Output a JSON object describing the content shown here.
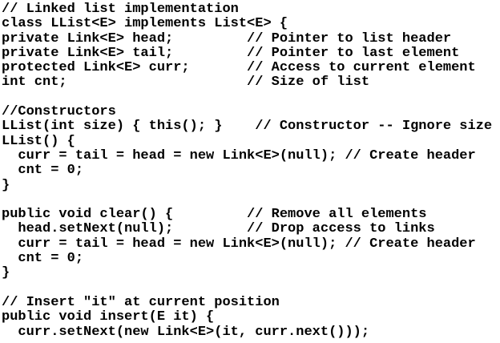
{
  "page": {
    "background": "#ffffff",
    "text_color": "#000000",
    "content_type": "java-code-listing"
  },
  "code": {
    "lines": [
      "// Linked list implementation",
      "class LList<E> implements List<E> {",
      "private Link<E> head;         // Pointer to list header",
      "private Link<E> tail;         // Pointer to last element",
      "protected Link<E> curr;       // Access to current element",
      "int cnt;                      // Size of list",
      "",
      "//Constructors",
      "LList(int size) { this(); }    // Constructor -- Ignore size",
      "LList() {",
      "  curr = tail = head = new Link<E>(null); // Create header",
      "  cnt = 0;",
      "}",
      "",
      "public void clear() {         // Remove all elements",
      "  head.setNext(null);         // Drop access to links",
      "  curr = tail = head = new Link<E>(null); // Create header",
      "  cnt = 0;",
      "}",
      "",
      "// Insert \"it\" at current position",
      "public void insert(E it) {",
      "  curr.setNext(new Link<E>(it, curr.next()));"
    ]
  }
}
